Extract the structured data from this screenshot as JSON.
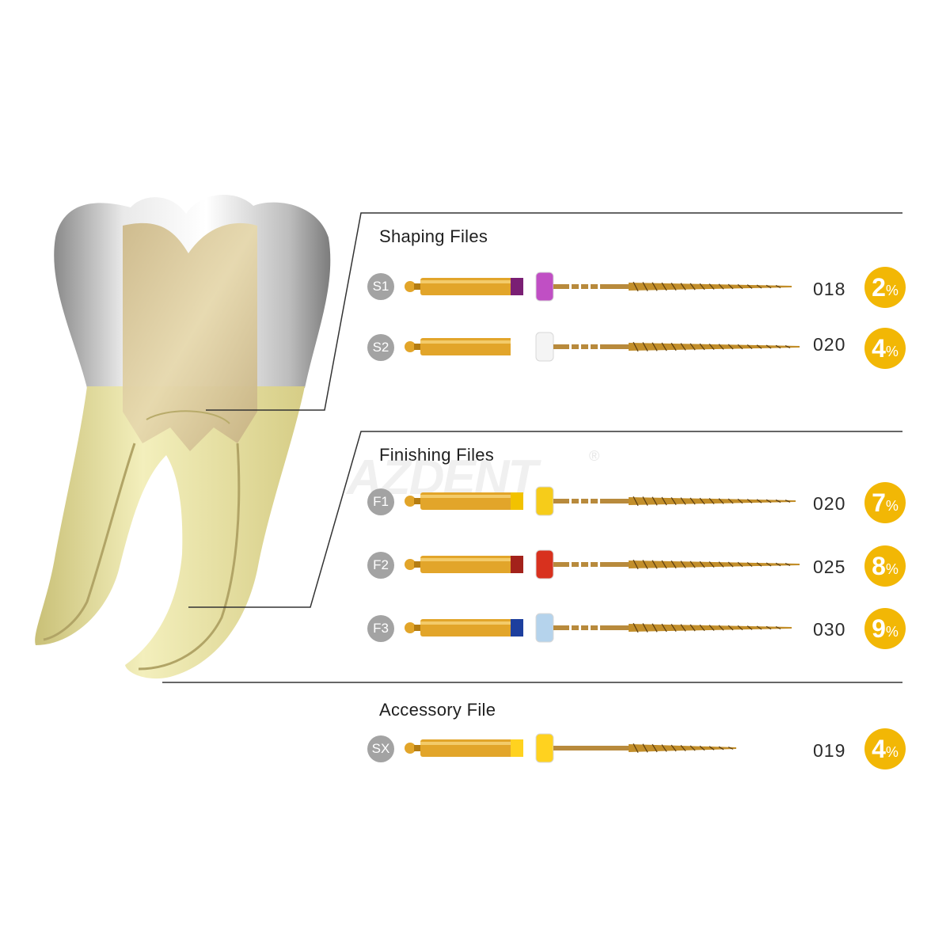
{
  "sections": {
    "shaping": {
      "title": "Shaping Files"
    },
    "finishing": {
      "title": "Finishing Files"
    },
    "accessory": {
      "title": "Accessory File"
    }
  },
  "files": [
    {
      "code": "S1",
      "size": "018",
      "taper": "2",
      "unit": "%",
      "ring_color": "#c04fc4",
      "band_color": "#7a1f74"
    },
    {
      "code": "S2",
      "size": "020",
      "taper": "4",
      "unit": "%",
      "ring_color": "#f4f4f4",
      "band_color": "#ffffff"
    },
    {
      "code": "F1",
      "size": "020",
      "taper": "7",
      "unit": "%",
      "ring_color": "#f6cc1a",
      "band_color": "#f2c200"
    },
    {
      "code": "F2",
      "size": "025",
      "taper": "8",
      "unit": "%",
      "ring_color": "#d8311e",
      "band_color": "#a3221b"
    },
    {
      "code": "F3",
      "size": "030",
      "taper": "9",
      "unit": "%",
      "ring_color": "#b5d3ec",
      "band_color": "#1d3f9e"
    },
    {
      "code": "SX",
      "size": "019",
      "taper": "4",
      "unit": "%",
      "ring_color": "#ffd21f",
      "band_color": "#ffd21f"
    }
  ],
  "watermark": {
    "brand": "AZDENT",
    "mark": "®"
  },
  "colors": {
    "taper_badge": "#f2b705",
    "code_badge": "#a3a3a3",
    "file_gold": "#e2a52a"
  }
}
